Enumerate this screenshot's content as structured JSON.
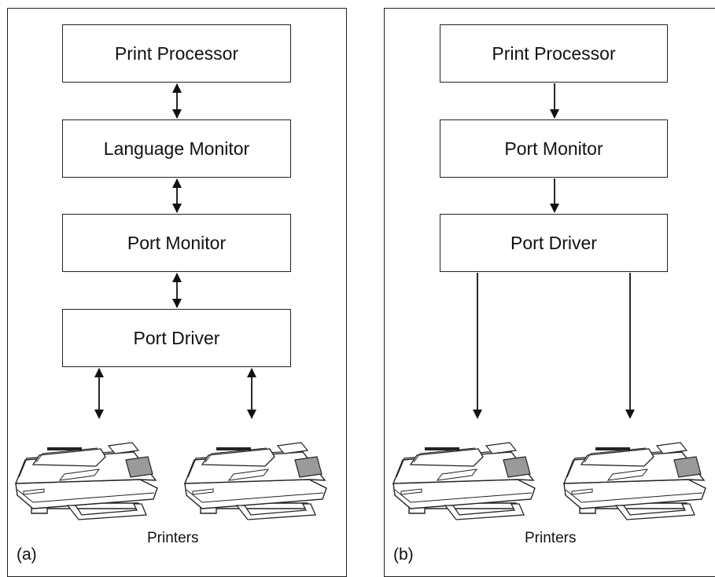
{
  "panel_a": {
    "caption": "(a)",
    "boxes": [
      "Print Processor",
      "Language Monitor",
      "Port Monitor",
      "Port Driver"
    ],
    "printers_label": "Printers",
    "arrow_style": "bidirectional"
  },
  "panel_b": {
    "caption": "(b)",
    "boxes": [
      "Print Processor",
      "Port Monitor",
      "Port Driver"
    ],
    "printers_label": "Printers",
    "arrow_style": "one-way-down"
  },
  "colors": {
    "stroke": "#222222",
    "background": "#ffffff",
    "printer_panel": "#9a9a9a"
  },
  "icons": [
    "printer-icon"
  ]
}
